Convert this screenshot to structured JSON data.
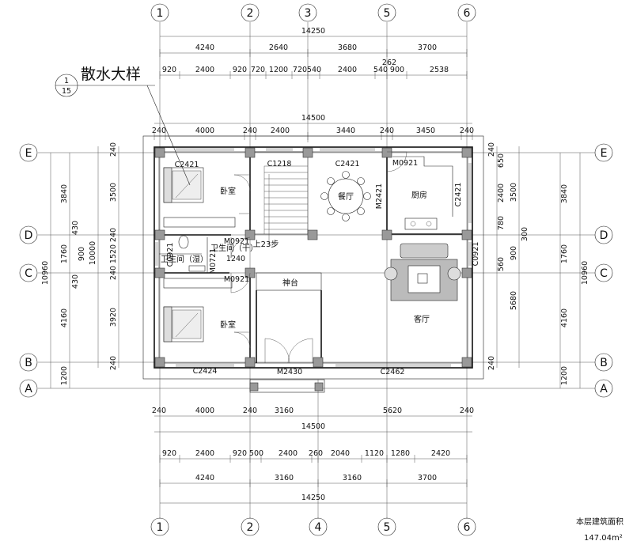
{
  "axes": {
    "top": [
      "1",
      "2",
      "3",
      "5",
      "6"
    ],
    "bottom": [
      "1",
      "2",
      "4",
      "5",
      "6"
    ],
    "left": [
      "E",
      "D",
      "C",
      "B",
      "A"
    ],
    "right": [
      "E",
      "D",
      "C",
      "B",
      "A"
    ]
  },
  "callout": {
    "title": "散水大样",
    "detail_num": "1",
    "sheet_num": "15"
  },
  "top_dims": {
    "row1_total": "14250",
    "row2": [
      "4240",
      "2640",
      "3680",
      "3700"
    ],
    "row3_small": "262",
    "row4": [
      "920",
      "2400",
      "920",
      "720",
      "1200",
      "720",
      "540",
      "2400",
      "540",
      "900",
      "2538"
    ],
    "row5_total": "14500",
    "row6": [
      "240",
      "4000",
      "240",
      "2400",
      "3440",
      "240",
      "3450",
      "240"
    ]
  },
  "bottom_dims": {
    "row1": [
      "240",
      "4000",
      "240",
      "3160",
      "5620",
      "240"
    ],
    "row2_total": "14500",
    "row3": [
      "920",
      "2400",
      "920",
      "500",
      "2400",
      "260",
      "2040",
      "1120",
      "1280",
      "2420"
    ],
    "row4": [
      "4240",
      "3160",
      "3160",
      "3700"
    ],
    "row5_total": "14250"
  },
  "left_dims": {
    "outer_total": "10960",
    "outer": [
      "3840",
      "430",
      "1760",
      "430",
      "4160",
      "1200"
    ],
    "mid_total": "10000",
    "mid_small": "900",
    "inner": [
      "240",
      "3500",
      "240",
      "1520",
      "240",
      "3920",
      "240"
    ]
  },
  "right_dims": {
    "outer_total": "10960",
    "outer": [
      "3840",
      "1760",
      "4160",
      "1200"
    ],
    "mid": [
      "3500",
      "300",
      "900",
      "5680"
    ],
    "inner": [
      "240",
      "650",
      "2400",
      "780",
      "560",
      "240"
    ]
  },
  "rooms": {
    "bedroom_top": "卧室",
    "bedroom_bottom": "卧室",
    "dining": "餐厅",
    "kitchen": "厨房",
    "living": "客厅",
    "shrine": "神台",
    "stairs": "上23步",
    "bath_dry": "卫生间（干）",
    "bath_wet": "卫生间（湿）",
    "bath_dim": "1240"
  },
  "codes": {
    "win_bed_top": "C2421",
    "win_stair": "C1218",
    "win_dining": "C2421",
    "door_kitchen": "M0921",
    "door_dining_kitchen": "M2421",
    "win_kitchen_side": "C2421",
    "door_bath_top": "M0921",
    "door_bath_side": "M0721",
    "win_bath": "C0921",
    "door_bed_bottom": "M0921",
    "win_living_side": "C0921",
    "win_bed_bottom": "C2424",
    "door_main": "M2430",
    "win_living": "C2462"
  },
  "footer": {
    "label": "本层建筑面积",
    "area": "147.04m²"
  }
}
